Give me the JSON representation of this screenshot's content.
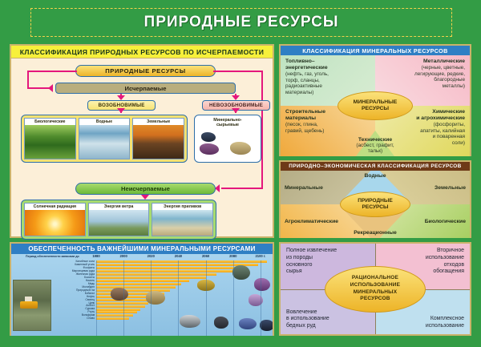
{
  "poster": {
    "title": "ПРИРОДНЫЕ  РЕСУРСЫ",
    "bg_color": "#339c45",
    "accent_yellow": "#f7f03a",
    "accent_blue": "#2f7fc4"
  },
  "left_top": {
    "header": "КЛАССИФИКАЦИЯ  ПРИРОДНЫХ  РЕСУРСОВ ПО ИСЧЕРПАЕМОСТИ",
    "root": "ПРИРОДНЫЕ  РЕСУРСЫ",
    "exhaustible": "Исчерпаемые",
    "renewable": "ВОЗОБНОВИМЫЕ",
    "nonrenewable": "НЕВОЗОБНОВИМЫЕ",
    "inexhaustible": "Неисчерпаемые",
    "renewable_items": [
      {
        "label": "Биологические",
        "image": "forest-photo"
      },
      {
        "label": "Водные",
        "image": "river-photo"
      },
      {
        "label": "Земельные",
        "image": "field-photo"
      }
    ],
    "nonrenewable_item": {
      "label": "Минерально-\nсырьевые",
      "image": "mineral-rocks"
    },
    "inexhaustible_items": [
      {
        "label": "Солнечная радиация",
        "image": "sun-photo"
      },
      {
        "label": "Энергия ветра",
        "image": "windmill-photo"
      },
      {
        "label": "Энергия приливов",
        "image": "tide-photo"
      }
    ]
  },
  "mineral_panel": {
    "header": "КЛАССИФИКАЦИЯ МИНЕРАЛЬНЫХ РЕСУРСОВ",
    "center": "МИНЕРАЛЬНЫЕ\nРЕСУРСЫ",
    "quadrants": [
      {
        "title": "Топливно–\nэнергетические",
        "sub": "(нефть, газ, уголь,\nторф, сланцы,\nрадиоактивные\nматериалы)",
        "color": "#bfe3c2"
      },
      {
        "title": "Металлические",
        "sub": "(черные, цветные,\nлегирующие, редкие,\nблагородные\nметаллы)",
        "color": "#f6b9c6"
      },
      {
        "title": "Строительные\nматериалы",
        "sub": "(песок, глина,\nгравий, щебень)",
        "color": "#f0a93c"
      },
      {
        "title": "Химические\nи агрохимические",
        "sub": "(фосфориты,\nапатиты, калийная\nи поваренная\nсоли)",
        "color": "#e0d85c"
      }
    ],
    "bottom": {
      "title": "Технические",
      "sub": "(асбест, графит,\nтальк)",
      "color": "#bede83"
    }
  },
  "economic_panel": {
    "header": "ПРИРОДНО–ЭКОНОМИЧЕСКАЯ КЛАССИФИКАЦИЯ  РЕСУРСОВ",
    "center": "ПРИРОДНЫЕ\nРЕСУРСЫ",
    "top": "Водные",
    "bottom": "Рекреационные",
    "left_top": "Минеральные",
    "right_top": "Земельные",
    "left_bottom": "Агроклиматические",
    "right_bottom": "Биологические"
  },
  "rational_panel": {
    "center": "РАЦИОНАЛЬНОЕ\nИСПОЛЬЗОВАНИЕ\nМИНЕРАЛЬНЫХ\nРЕСУРСОВ",
    "top_left": "Полное  извлечение\nиз породы\nосновного\nсырья",
    "top_right": "Вторичное\nиспользование\nотходов\nобогащения",
    "bottom_left": "Вовлечение\nв использование\nбедных руд",
    "bottom_right": "Комплексное\nиспользование"
  },
  "chart_data": {
    "type": "bar",
    "title": "ОБЕСПЕЧЕННОСТЬ ВАЖНЕЙШИМИ МИНЕРАЛЬНЫМИ РЕСУРСАМИ",
    "axis_caption": "Период обеспеченности запасами до",
    "xlabel": "",
    "ylabel": "",
    "orientation": "horizontal",
    "xlim": [
      1980,
      2110
    ],
    "ticks": [
      "1980",
      "2000",
      "2020",
      "2040",
      "2060",
      "2080",
      "2100 г."
    ],
    "tick_values": [
      1980,
      2000,
      2020,
      2040,
      2060,
      2080,
      2100
    ],
    "grid": true,
    "categories": [
      "Калийные соли",
      "Каменный уголь",
      "Фосфаты",
      "Марганцевая руда",
      "Железная руда",
      "Бокситы",
      "Никель",
      "Медь",
      "Молибден",
      "Природный газ",
      "Кобальт",
      "Нефть",
      "Свинец",
      "Цинк",
      "Асбест",
      "Сурьма",
      "Ртуть",
      "Вольфрам",
      "Олово"
    ],
    "values": [
      2105,
      2098,
      2090,
      2082,
      2068,
      2060,
      2048,
      2042,
      2038,
      2034,
      2030,
      2026,
      2022,
      2018,
      2016,
      2012,
      2010,
      2007,
      2004
    ]
  }
}
